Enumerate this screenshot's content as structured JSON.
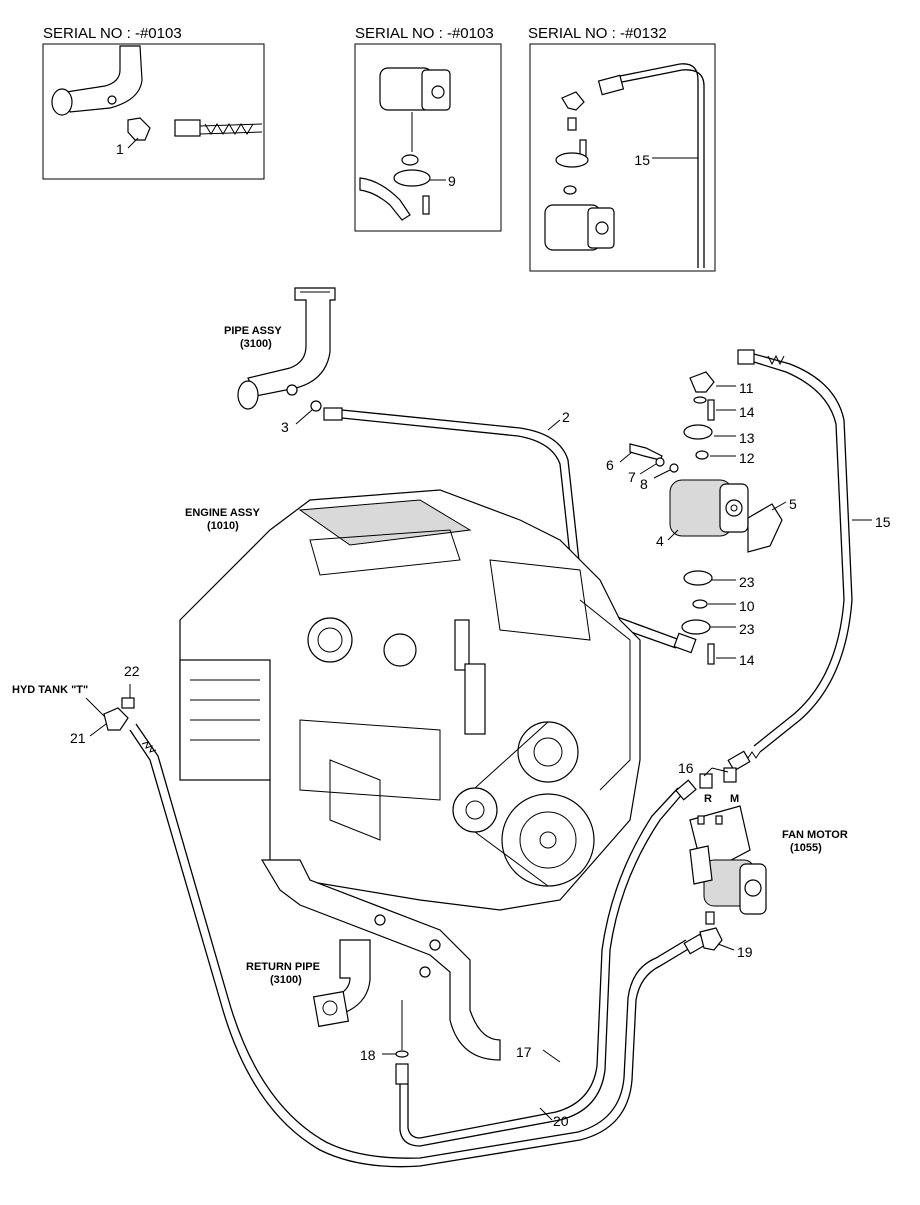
{
  "insets": [
    {
      "title": "SERIAL NO : -#0103",
      "callout": "1"
    },
    {
      "title": "SERIAL NO : -#0103",
      "callout": "9"
    },
    {
      "title": "SERIAL NO : -#0132",
      "callout": "15"
    }
  ],
  "labels": {
    "pipe_assy": "PIPE ASSY",
    "pipe_assy_code": "(3100)",
    "engine_assy": "ENGINE ASSY",
    "engine_assy_code": "(1010)",
    "hyd_tank": "HYD TANK \"T\"",
    "return_pipe": "RETURN PIPE",
    "return_pipe_code": "(3100)",
    "fan_motor": "FAN MOTOR",
    "fan_motor_code": "(1055)",
    "port_r": "R",
    "port_m": "M"
  },
  "callouts": {
    "c2": "2",
    "c3": "3",
    "c4": "4",
    "c5": "5",
    "c6": "6",
    "c7": "7",
    "c8": "8",
    "c10": "10",
    "c11": "11",
    "c12": "12",
    "c13": "13",
    "c14a": "14",
    "c14b": "14",
    "c15": "15",
    "c16": "16",
    "c17": "17",
    "c18": "18",
    "c19": "19",
    "c20": "20",
    "c21": "21",
    "c22": "22",
    "c23a": "23",
    "c23b": "23"
  }
}
